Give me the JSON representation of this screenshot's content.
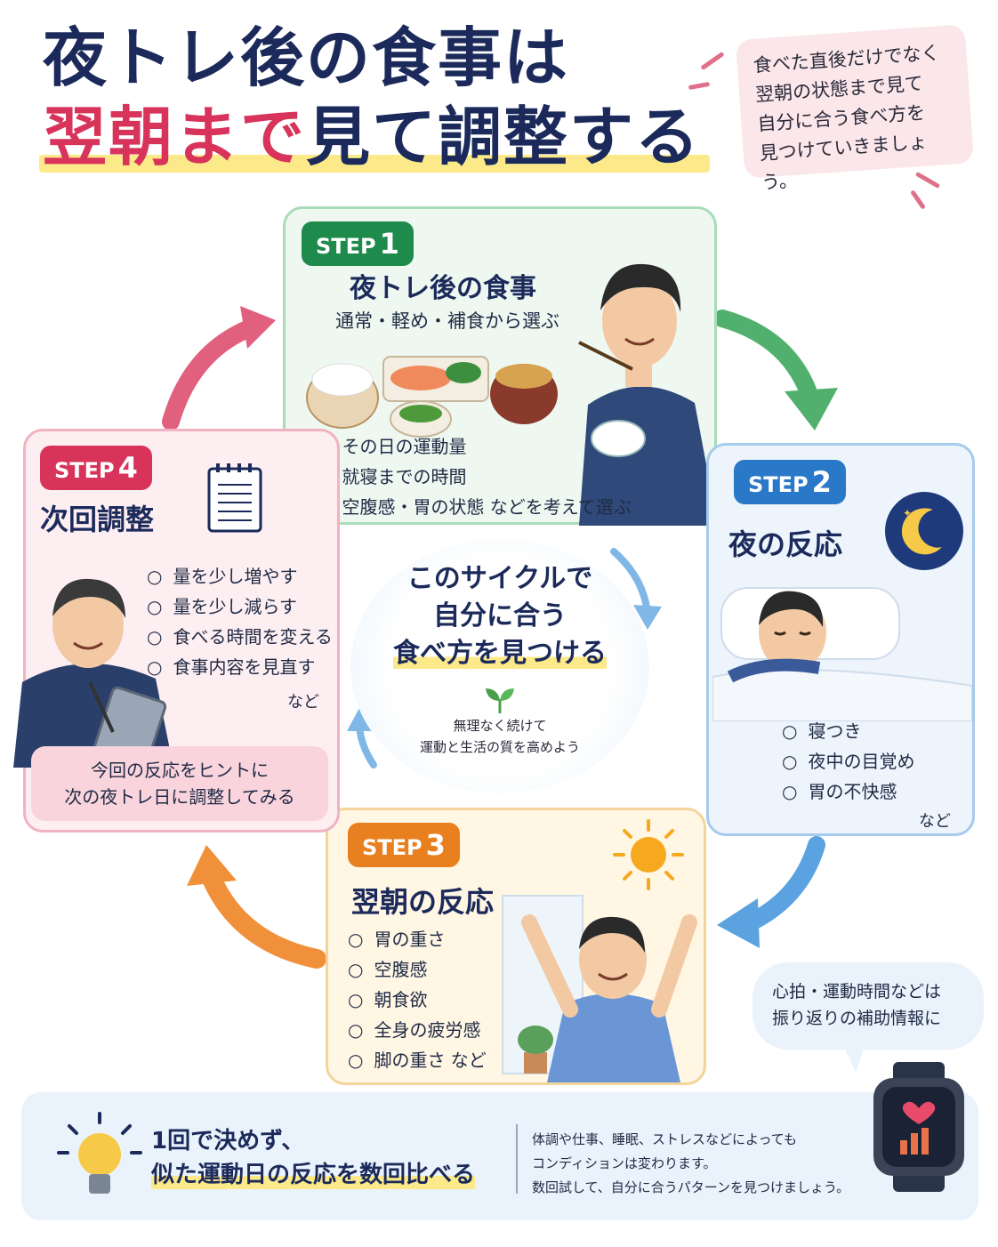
{
  "header": {
    "title_line1": "夜トレ後の食事は",
    "title_red": "翌朝まで",
    "title_navy": "見て調整する"
  },
  "note": {
    "lines": [
      "食べた直後だけでなく",
      "翌朝の状態まで見て",
      "自分に合う食べ方を",
      "見つけていきましょう。"
    ]
  },
  "step1": {
    "badge": "STEP",
    "number": "1",
    "title": "夜トレ後の食事",
    "subtitle": "通常・軽め・補食から選ぶ",
    "items": [
      "その日の運動量",
      "就寝までの時間",
      "空腹感・胃の状態 などを考えて選ぶ"
    ]
  },
  "step2": {
    "badge": "STEP",
    "number": "2",
    "title": "夜の反応",
    "items": [
      "寝つき",
      "夜中の目覚め",
      "胃の不快感"
    ],
    "etc": "など"
  },
  "step3": {
    "badge": "STEP",
    "number": "3",
    "title": "翌朝の反応",
    "items": [
      "胃の重さ",
      "空腹感",
      "朝食欲",
      "全身の疲労感",
      "脚の重さ など"
    ]
  },
  "step4": {
    "badge": "STEP",
    "number": "4",
    "title": "次回調整",
    "items": [
      "量を少し増やす",
      "量を少し減らす",
      "食べる時間を変える",
      "食事内容を見直す"
    ],
    "etc": "など",
    "hint_line1": "今回の反応をヒントに",
    "hint_line2": "次の夜トレ日に調整してみる"
  },
  "center": {
    "line1": "このサイクルで",
    "line2": "自分に合う",
    "line3": "食べ方を見つける",
    "sub1": "無理なく続けて",
    "sub2": "運動と生活の質を高めよう"
  },
  "bubble": {
    "line1": "心拍・運動時間などは",
    "line2": "振り返りの補助情報に"
  },
  "bottom": {
    "main1": "1回で決めず、",
    "main2": "似た運動日の反応を数回比べる",
    "desc1": "体調や仕事、睡眠、ストレスなどによっても",
    "desc2": "コンディションは変わります。",
    "desc3": "数回試して、自分に合うパターンを見つけましょう。"
  },
  "colors": {
    "green": "#1e8a4c",
    "blue": "#2a78c8",
    "orange": "#e9801f",
    "pink": "#d8335a",
    "navy": "#1b2a5a"
  },
  "icons": [
    "notepad-icon",
    "moon-icon",
    "sun-icon",
    "sprout-icon",
    "lightbulb-icon",
    "smartwatch-icon",
    "heart-icon"
  ]
}
